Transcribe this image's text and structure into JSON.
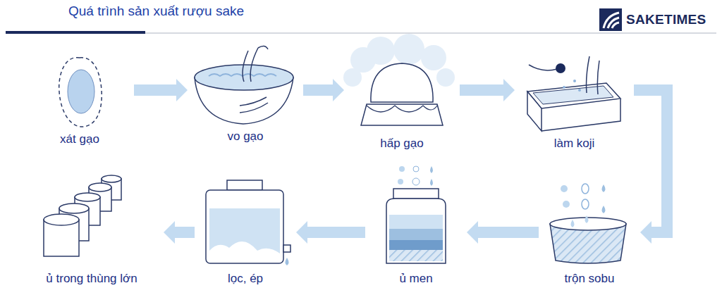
{
  "diagram": {
    "title": "Quá trình sản xuất rượu sake",
    "nodes": [
      {
        "text": [
          "xát gạo"
        ]
      },
      {
        "text": [
          "vo gạo"
        ]
      },
      {
        "text": [
          "hấp gạo"
        ]
      },
      {
        "text": [
          "làm koji"
        ]
      },
      {
        "text": [
          "trộn sobu"
        ]
      },
      {
        "text": [
          "ủ men"
        ]
      },
      {
        "text": [
          "lọc, ép"
        ]
      },
      {
        "text": [
          "ủ trong thùng lớn"
        ]
      }
    ],
    "edges": [
      {
        "from": 0,
        "to": 1,
        "arrow": "to"
      },
      {
        "from": 1,
        "to": 2,
        "arrow": "to"
      },
      {
        "from": 2,
        "to": 3,
        "arrow": "to"
      },
      {
        "from": 3,
        "to": 4,
        "arrow": "to"
      },
      {
        "from": 4,
        "to": 5,
        "arrow": "to"
      },
      {
        "from": 5,
        "to": 6,
        "arrow": "to"
      },
      {
        "from": 6,
        "to": 7,
        "arrow": "to"
      }
    ],
    "labels": [
      "SAKETIMES"
    ]
  }
}
